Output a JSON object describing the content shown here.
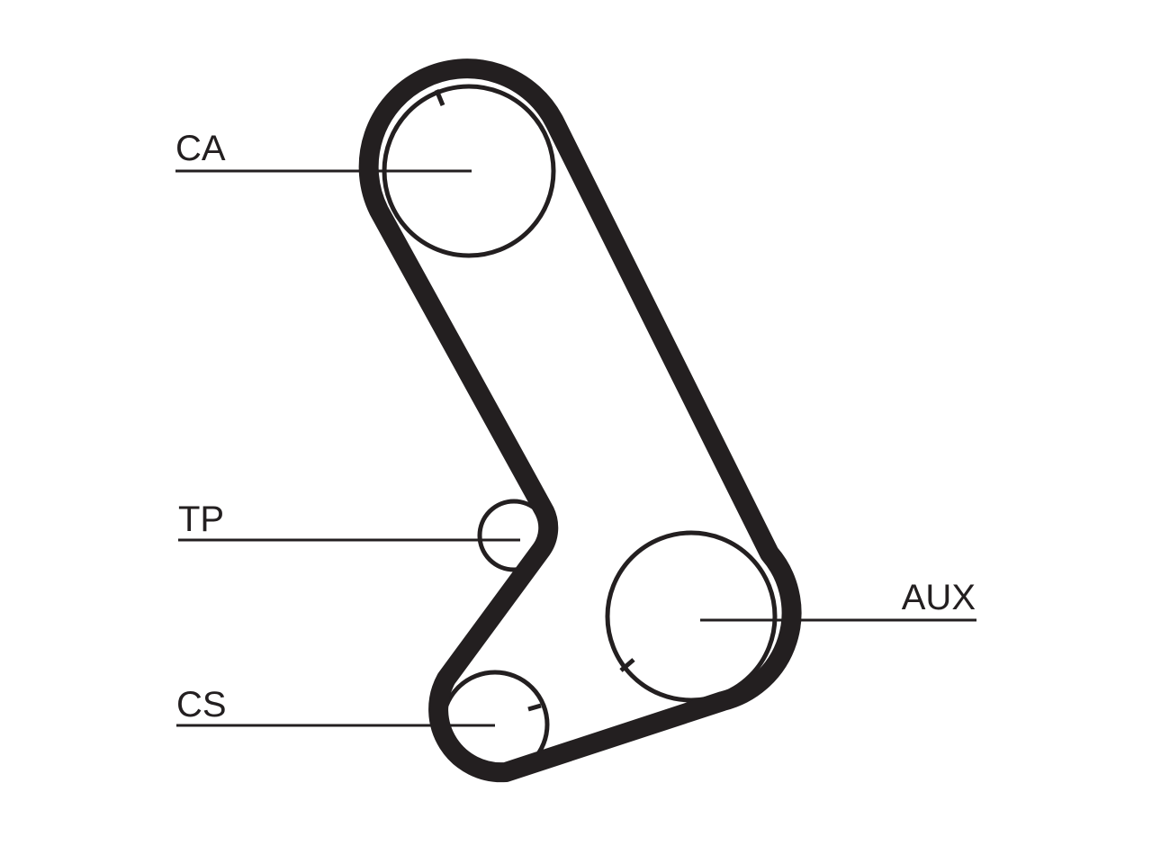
{
  "diagram": {
    "labels": {
      "ca": "CA",
      "tp": "TP",
      "aux": "AUX",
      "cs": "CS"
    },
    "colors": {
      "stroke": "#231f20",
      "background": "#ffffff"
    }
  }
}
